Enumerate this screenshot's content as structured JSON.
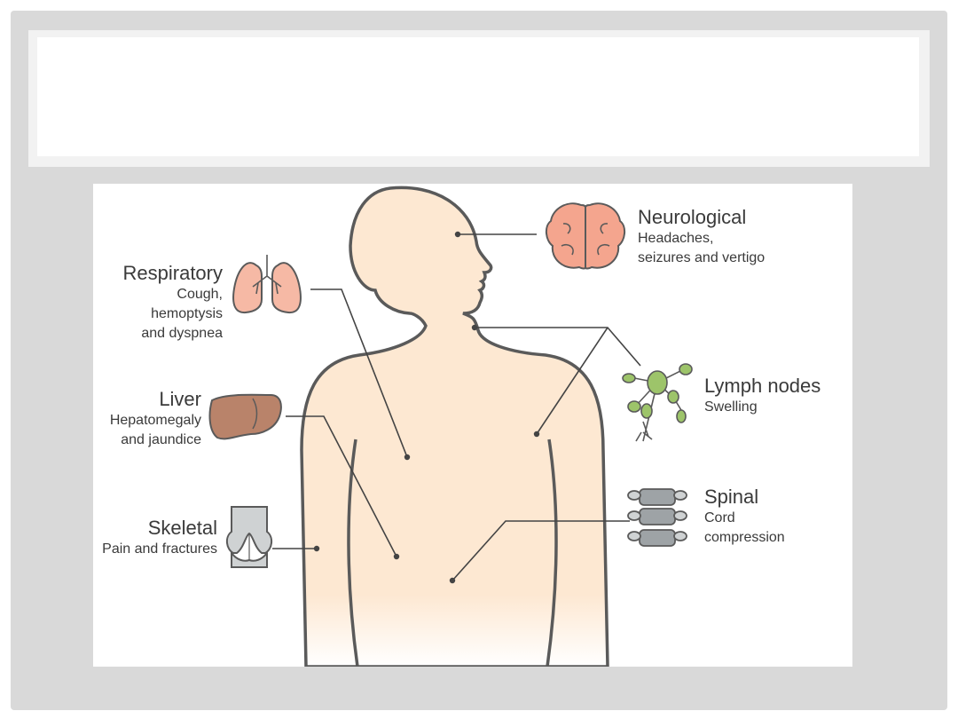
{
  "slide": {
    "title": ""
  },
  "labels": {
    "neurological": {
      "title": "Neurological",
      "lines": [
        "Headaches,",
        "seizures and vertigo"
      ]
    },
    "respiratory": {
      "title": "Respiratory",
      "lines": [
        "Cough,",
        "hemoptysis",
        "and dyspnea"
      ]
    },
    "lymph": {
      "title": "Lymph nodes",
      "lines": [
        "Swelling"
      ]
    },
    "liver": {
      "title": "Liver",
      "lines": [
        "Hepatomegaly",
        "and jaundice"
      ]
    },
    "skeletal": {
      "title": "Skeletal",
      "lines": [
        "Pain and fractures"
      ]
    },
    "spinal": {
      "title": "Spinal",
      "lines": [
        "Cord",
        "compression"
      ]
    }
  },
  "colors": {
    "frame": "#d9d9d9",
    "skin": "#fde8d2",
    "outline": "#5a5a5a",
    "brain": "#f4a58e",
    "lungs": "#f6b9a5",
    "liver": "#b9836a",
    "lymph": "#9dc46a",
    "bone": "#cfd2d3",
    "spine": "#9ea3a6"
  }
}
